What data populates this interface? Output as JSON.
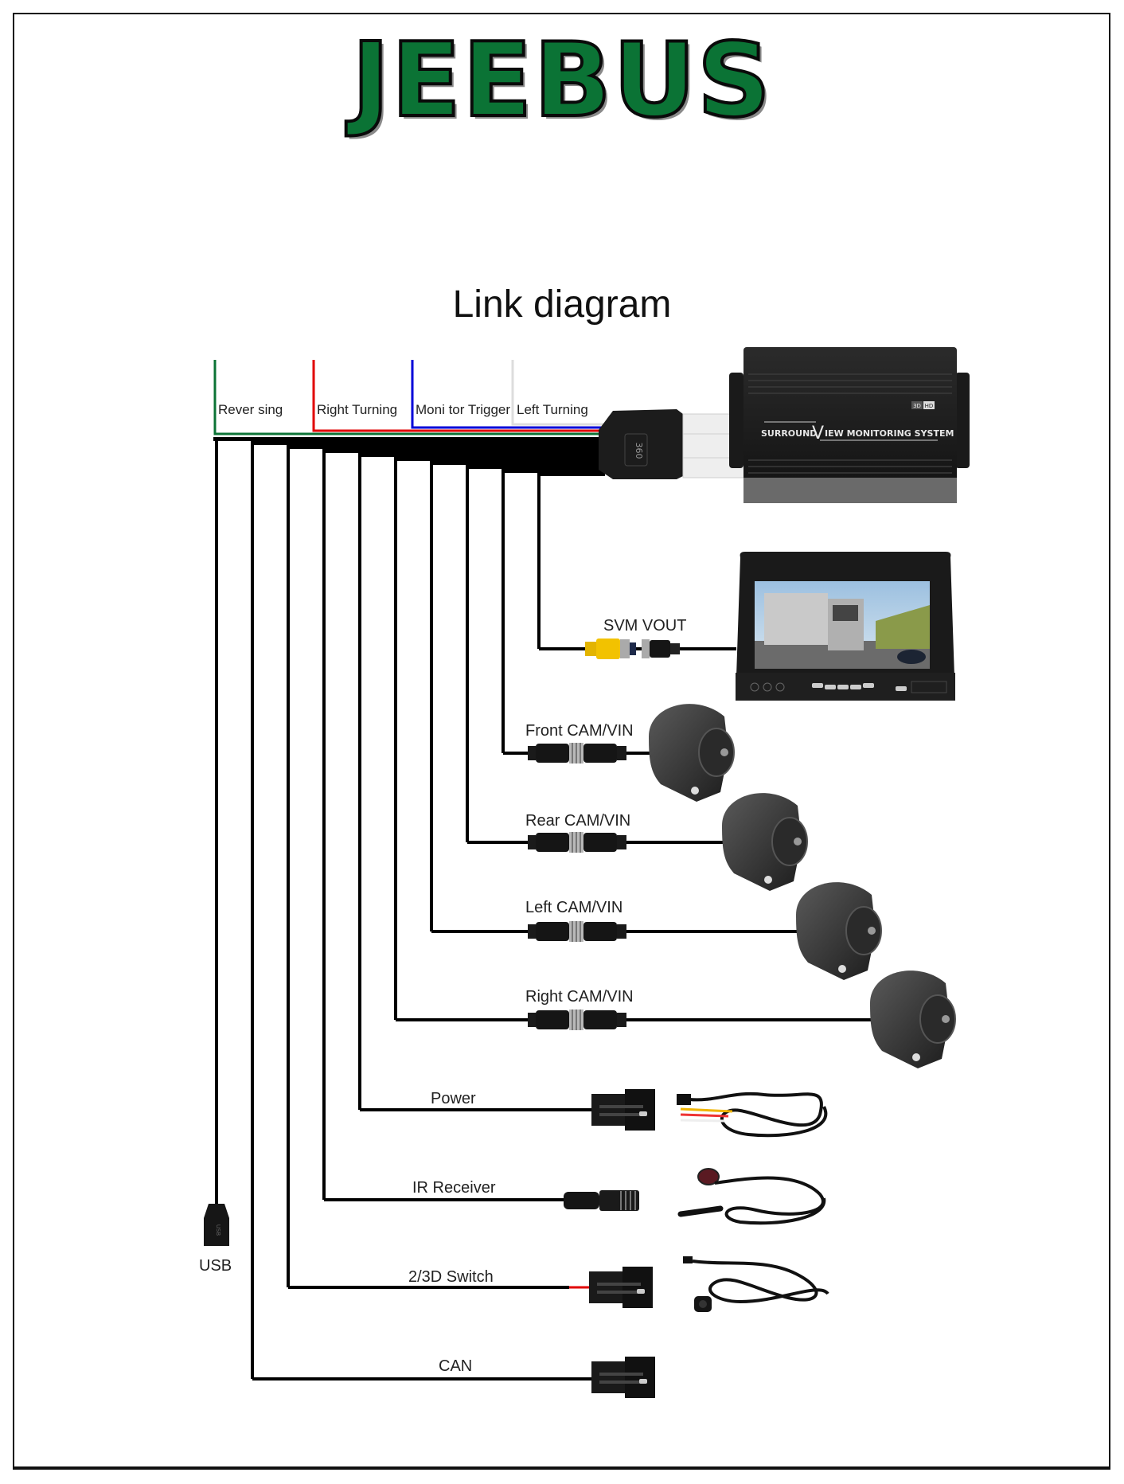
{
  "brand": {
    "name": "JEEBUS",
    "color": "#0b7335"
  },
  "title": "Link diagram",
  "trigger_wires": [
    {
      "label": "Rever sing",
      "color": "#0b7335"
    },
    {
      "label": "Right Turning",
      "color": "#e10000"
    },
    {
      "label": "Moni tor Trigger",
      "color": "#0000d8"
    },
    {
      "label": "Left Turning",
      "color": "#dddddd"
    }
  ],
  "harness_connector": {
    "marking": "360"
  },
  "dvr": {
    "label_prefix": "SURROUND",
    "label_v": "V",
    "label_suffix": "IEW MONITORING SYSTEM",
    "badge_left": "3D",
    "badge_right": "HD"
  },
  "connections": [
    {
      "label": "SVM VOUT",
      "device": "monitor"
    },
    {
      "label": "Front CAM/VIN",
      "device": "camera"
    },
    {
      "label": "Rear CAM/VIN",
      "device": "camera"
    },
    {
      "label": "Left CAM/VIN",
      "device": "camera"
    },
    {
      "label": "Right CAM/VIN",
      "device": "camera"
    },
    {
      "label": "Power",
      "device": "power-cable"
    },
    {
      "label": "IR Receiver",
      "device": "ir-receiver"
    },
    {
      "label": "2/3D Switch",
      "device": "switch-button"
    },
    {
      "label": "CAN",
      "device": "can-connector"
    }
  ],
  "usb": {
    "label": "USB"
  }
}
